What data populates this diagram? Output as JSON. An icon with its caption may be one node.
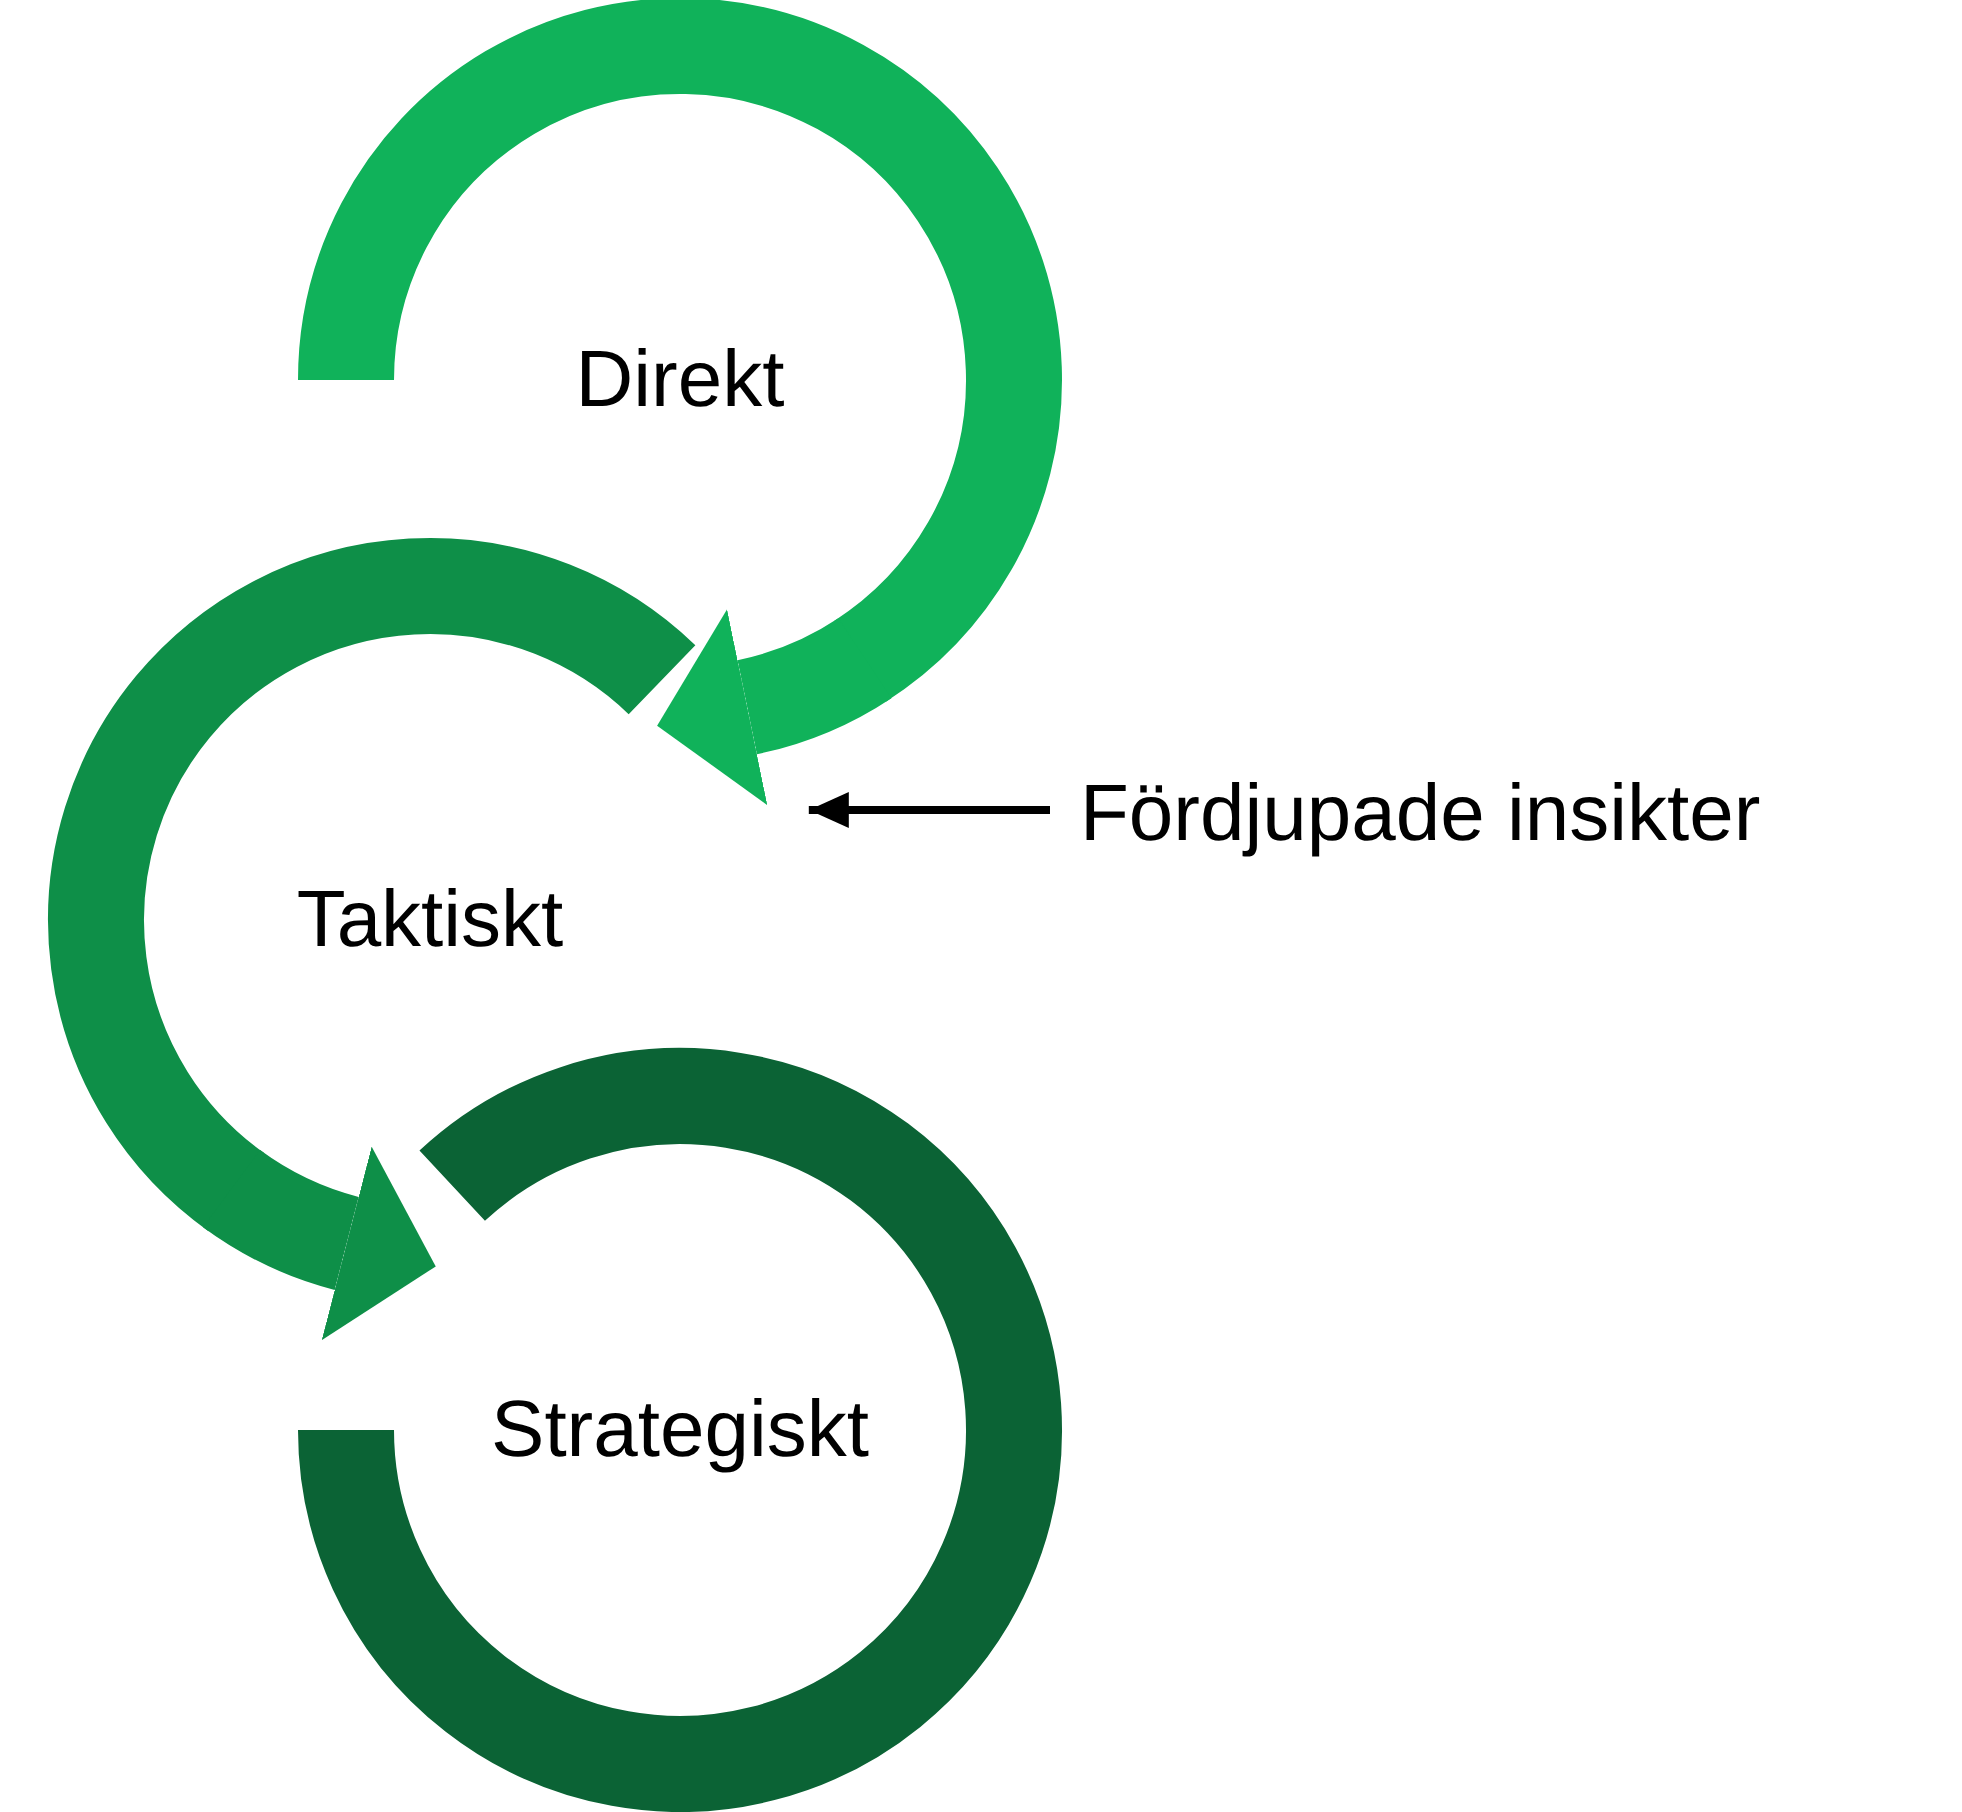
{
  "diagram": {
    "nodes": [
      {
        "text": [
          "Direkt"
        ]
      },
      {
        "text": [
          "Taktiskt"
        ]
      },
      {
        "text": [
          "Strategiskt"
        ]
      },
      {
        "text": [
          "Fördjupade insikter"
        ]
      }
    ],
    "edges": [
      {
        "from": 0,
        "to": 1,
        "arrow": "to",
        "color": "#10b25a"
      },
      {
        "from": 1,
        "to": 2,
        "arrow": "to",
        "color": "#0e8f48"
      },
      {
        "from": 3,
        "to": 0,
        "arrow": "to",
        "color": "#000000"
      }
    ]
  }
}
